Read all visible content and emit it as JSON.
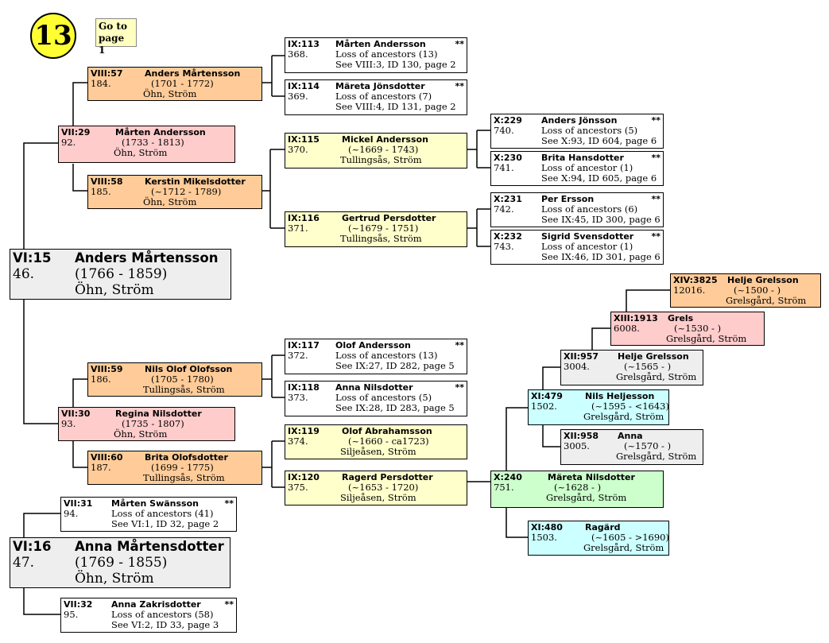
{
  "page_number": "13",
  "goto": {
    "label_line1": "Go to",
    "label_line2": "page 1"
  },
  "colors": {
    "main": "#eeeeee",
    "orange": "#ffcc99",
    "pink": "#ffcccc",
    "yellow": "#ffffcc",
    "white": "#ffffff",
    "green": "#ccffcc",
    "cyan": "#ccffff",
    "gray": "#eeeeee"
  },
  "persons": {
    "p1": {
      "gen": "VI:15",
      "num": "46.",
      "name": "Anders Mårtensson",
      "dates": "(1766 - 1859)",
      "place": "Öhn, Ström"
    },
    "p2": {
      "gen": "VII:29",
      "num": "92.",
      "name": "Mårten Andersson",
      "dates": "(1733 - 1813)",
      "place": "Öhn, Ström"
    },
    "p3": {
      "gen": "VIII:57",
      "num": "184.",
      "name": "Anders Mårtensson",
      "dates": "(1701 - 1772)",
      "place": "Öhn, Ström"
    },
    "p4": {
      "gen": "VIII:58",
      "num": "185.",
      "name": "Kerstin Mikelsdotter",
      "dates": "(~1712 - 1789)",
      "place": "Öhn, Ström"
    },
    "p5": {
      "gen": "IX:113",
      "num": "368.",
      "name": "Mårten Andersson",
      "stars": "**",
      "loss": "Loss of ancestors (13)",
      "see": "See VIII:3, ID 130, page 2"
    },
    "p6": {
      "gen": "IX:114",
      "num": "369.",
      "name": "Märeta Jönsdotter",
      "stars": "**",
      "loss": "Loss of ancestors (7)",
      "see": "See VIII:4, ID 131, page 2"
    },
    "p7": {
      "gen": "IX:115",
      "num": "370.",
      "name": "Mickel Andersson",
      "dates": "(~1669 - 1743)",
      "place": "Tullingsås, Ström"
    },
    "p8": {
      "gen": "IX:116",
      "num": "371.",
      "name": "Gertrud Persdotter",
      "dates": "(~1679 - 1751)",
      "place": "Tullingsås, Ström"
    },
    "p9": {
      "gen": "X:229",
      "num": "740.",
      "name": "Anders Jönsson",
      "stars": "**",
      "loss": "Loss of ancestors (5)",
      "see": "See X:93, ID 604, page 6"
    },
    "p10": {
      "gen": "X:230",
      "num": "741.",
      "name": "Brita Hansdotter",
      "stars": "**",
      "loss": "Loss of ancestor (1)",
      "see": "See X:94, ID 605, page 6"
    },
    "p11": {
      "gen": "X:231",
      "num": "742.",
      "name": "Per Ersson",
      "stars": "**",
      "loss": "Loss of ancestors (6)",
      "see": "See IX:45, ID 300, page 6"
    },
    "p12": {
      "gen": "X:232",
      "num": "743.",
      "name": "Sigrid Svensdotter",
      "stars": "**",
      "loss": "Loss of ancestor (1)",
      "see": "See IX:46, ID 301, page 6"
    },
    "p13": {
      "gen": "VII:30",
      "num": "93.",
      "name": "Regina Nilsdotter",
      "dates": "(1735 - 1807)",
      "place": "Öhn, Ström"
    },
    "p14": {
      "gen": "VIII:59",
      "num": "186.",
      "name": "Nils Olof Olofsson",
      "dates": "(1705 - 1780)",
      "place": "Tullingsås, Ström"
    },
    "p15": {
      "gen": "VIII:60",
      "num": "187.",
      "name": "Brita Olofsdotter",
      "dates": "(1699 - 1775)",
      "place": "Tullingsås, Ström"
    },
    "p16": {
      "gen": "IX:117",
      "num": "372.",
      "name": "Olof Andersson",
      "stars": "**",
      "loss": "Loss of ancestors (13)",
      "see": "See IX:27, ID 282, page 5"
    },
    "p17": {
      "gen": "IX:118",
      "num": "373.",
      "name": "Anna Nilsdotter",
      "stars": "**",
      "loss": "Loss of ancestors (5)",
      "see": "See IX:28, ID 283, page 5"
    },
    "p18": {
      "gen": "IX:119",
      "num": "374.",
      "name": "Olof Abrahamsson",
      "dates": "(~1660 - ca1723)",
      "place": "Siljeåsen, Ström"
    },
    "p19": {
      "gen": "IX:120",
      "num": "375.",
      "name": "Ragerd Persdotter",
      "dates": "(~1653 - 1720)",
      "place": "Siljeåsen, Ström"
    },
    "p20": {
      "gen": "X:240",
      "num": "751.",
      "name": "Märeta Nilsdotter",
      "dates": "(~1628 - )",
      "place": "Grelsgård, Ström"
    },
    "p21": {
      "gen": "XI:479",
      "num": "1502.",
      "name": "Nils Heljesson",
      "dates": "(~1595 - <1643)",
      "place": "Grelsgård, Ström"
    },
    "p22": {
      "gen": "XI:480",
      "num": "1503.",
      "name": "Ragärd",
      "dates": "(~1605 - >1690)",
      "place": "Grelsgård, Ström"
    },
    "p23": {
      "gen": "XII:957",
      "num": "3004.",
      "name": "Helje Grelsson",
      "dates": "(~1565 - )",
      "place": "Grelsgård, Ström"
    },
    "p24": {
      "gen": "XII:958",
      "num": "3005.",
      "name": "Anna",
      "dates": "(~1570 - )",
      "place": "Grelsgård, Ström"
    },
    "p25": {
      "gen": "XIII:1913",
      "num": "6008.",
      "name": "Grels",
      "dates": "(~1530 - )",
      "place": "Grelsgård, Ström"
    },
    "p26": {
      "gen": "XIV:3825",
      "num": "12016.",
      "name": "Helje Grelsson",
      "dates": "(~1500 - )",
      "place": "Grelsgård, Ström"
    },
    "p27": {
      "gen": "VI:16",
      "num": "47.",
      "name": "Anna Mårtensdotter",
      "dates": "(1769 - 1855)",
      "place": "Öhn, Ström"
    },
    "p28": {
      "gen": "VII:31",
      "num": "94.",
      "name": "Mårten Swänsson",
      "stars": "**",
      "loss": "Loss of ancestors (41)",
      "see": "See VI:1, ID 32, page 2"
    },
    "p29": {
      "gen": "VII:32",
      "num": "95.",
      "name": "Anna Zakrisdotter",
      "stars": "**",
      "loss": "Loss of ancestors (58)",
      "see": "See VI:2, ID 33, page 3"
    }
  }
}
